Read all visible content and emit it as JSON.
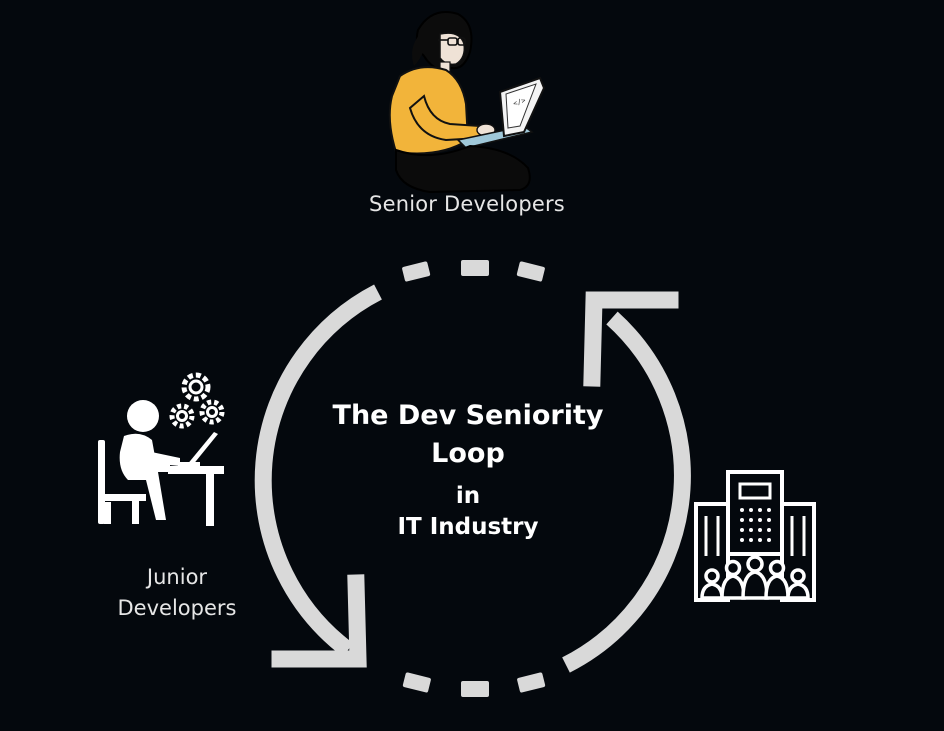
{
  "diagram": {
    "senior_label": "Senior Developers",
    "junior_label": "Junior Developers",
    "title_line1": "The Dev Seniority",
    "title_line2": "Loop",
    "title_line3": "in",
    "title_line4": "IT Industry"
  },
  "colors": {
    "background": "#04080d",
    "loop": "#d9d9d9",
    "icon": "#ffffff",
    "sweater": "#f2b43a",
    "text": "#e6e6e6"
  },
  "icons": {
    "senior": "developer-with-laptop-illustration",
    "junior": "junior-developer-desk-icon",
    "gears": "gears-icon",
    "company": "company-building-icon"
  }
}
